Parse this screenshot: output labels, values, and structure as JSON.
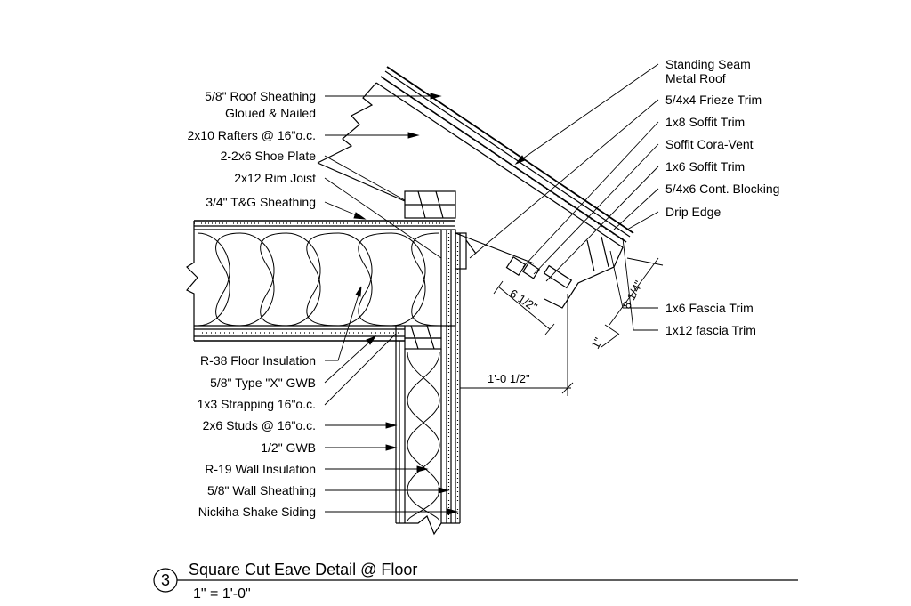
{
  "left_labels": [
    "5/8\" Roof Sheathing",
    "Gloued & Nailed",
    "2x10 Rafters @ 16\"o.c.",
    "2-2x6 Shoe Plate",
    "2x12 Rim Joist",
    "3/4\" T&G Sheathing",
    "R-38 Floor Insulation",
    "5/8\" Type \"X\" GWB",
    "1x3 Strapping 16\"o.c.",
    "2x6 Studs @ 16\"o.c.",
    "1/2\" GWB",
    "R-19 Wall Insulation",
    "5/8\" Wall Sheathing",
    "Nickiha Shake Siding"
  ],
  "right_labels": [
    "Standing Seam",
    "Metal Roof",
    "5/4x4  Frieze Trim",
    "1x8 Soffit Trim",
    "Soffit Cora-Vent",
    "1x6 Soffit Trim",
    "5/4x6 Cont. Blocking",
    "Drip Edge",
    "1x6 Fascia Trim",
    "1x12 fascia Trim"
  ],
  "dimensions": [
    "6 1/2\"",
    "8 1/4\"",
    "1'-0 1/2\"",
    "1\""
  ],
  "title_block": {
    "number": "3",
    "title": "Square Cut Eave Detail @ Floor",
    "scale": "1\" = 1'-0\""
  }
}
